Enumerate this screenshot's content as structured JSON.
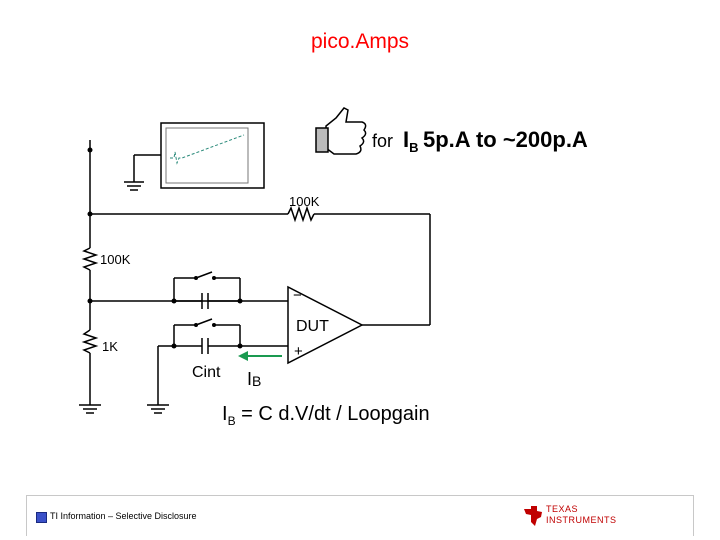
{
  "title": "pico.Amps",
  "callout": {
    "for_word": "for",
    "range_main": "I",
    "range_sub": "B",
    "range_rest": "5p.A to ~200p.A",
    "icon": "thumbs-up-icon"
  },
  "circuit": {
    "r_feedback": "100K",
    "r_top": "100K",
    "r_bottom": "1K",
    "amp_label": "DUT",
    "minus": "−",
    "plus": "+",
    "cap_label": "Cint",
    "ib_main": "I",
    "ib_sub": "B"
  },
  "formula": {
    "i": "I",
    "sub": "B",
    "rest": " = C d.V/dt / Loopgain"
  },
  "footer": {
    "text": "TI Information – Selective Disclosure",
    "logo_line1": "TEXAS",
    "logo_line2": "INSTRUMENTS"
  },
  "colors": {
    "title": "#ff0000",
    "arrow": "#1a9a50",
    "scope_trace": "#2a8a7a"
  }
}
